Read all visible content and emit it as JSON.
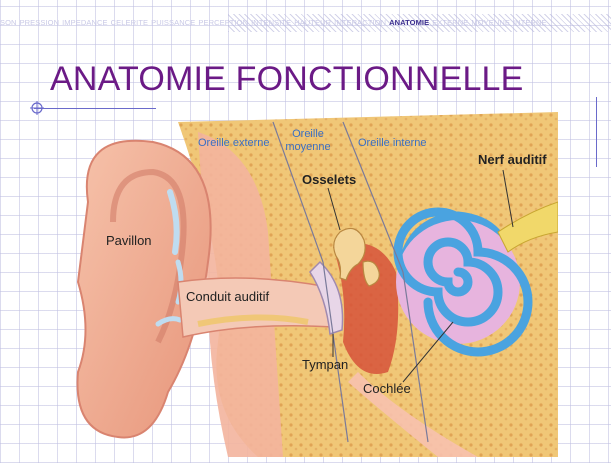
{
  "header": {
    "nav_words": [
      "SON",
      "PRESSION",
      "IMPEDANCE",
      "CELERITE",
      "PUISSANCE",
      "PERCEPTION",
      "INTENSITE",
      "HAUTEUR",
      "INTERACTION",
      "ANATOMIE",
      "EXTERNE",
      "MOYENNE",
      "INTERNE"
    ],
    "active": "ANATOMIE"
  },
  "title": "ANATOMIE FONCTIONNELLE",
  "diagram": {
    "regions": {
      "external": "Oreille externe",
      "middle_line1": "Oreille",
      "middle_line2": "moyenne",
      "inner": "Oreille interne"
    },
    "labels": {
      "pavillon": "Pavillon",
      "conduit": "Conduit auditif",
      "osselets": "Osselets",
      "nerf": "Nerf auditif",
      "tympan": "Tympan",
      "cochlee": "Cochlée"
    },
    "colors": {
      "region_text": "#3a6fc4",
      "skin": "#f2b49a",
      "bone": "#efc97a",
      "cochlea": "#4aa3e0",
      "vestibule": "#d98ac6"
    }
  }
}
